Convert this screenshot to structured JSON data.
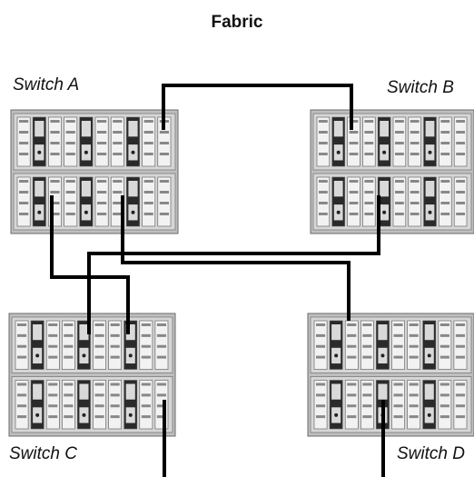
{
  "title": "Fabric",
  "switches": [
    {
      "id": "a",
      "label": "Switch A"
    },
    {
      "id": "b",
      "label": "Switch B"
    },
    {
      "id": "c",
      "label": "Switch C"
    },
    {
      "id": "d",
      "label": "Switch D"
    }
  ],
  "colors": {
    "cable": "#000000",
    "panel": "#bfbfbf",
    "panel_dark": "#2a2a2a",
    "panel_light": "#f2f2f2"
  }
}
